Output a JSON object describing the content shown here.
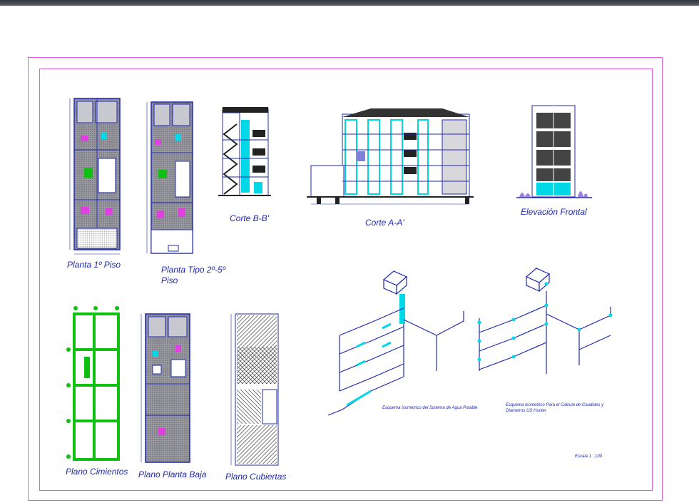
{
  "labels": {
    "planta_1": "Planta 1º Piso",
    "planta_tipo_1": "Planta Tipo   2º-5º",
    "planta_tipo_2": "Piso",
    "corte_bb": "Corte B-B'",
    "corte_aa": "Corte A-A'",
    "elevacion": "Elevación  Frontal",
    "plano_cimientos": "Plano Cimientos",
    "plano_planta_baja": "Plano Planta Baja",
    "plano_cubiertas": "Plano  Cubiertas",
    "esquema_agua": "Esquema Isometrico del Sistema de Agua Potable",
    "esquema_caudales_1": "Esquema Isometrico Para el Calculo de Caudales y",
    "esquema_caudales_2": "Diametros US Hunter",
    "escala": "Escala    1 : 100"
  },
  "colors": {
    "frame": "#e05ce0",
    "linework": "#1e28b4",
    "cyan": "#00d8e8",
    "magenta": "#e040e0",
    "green": "#10c010",
    "dark": "#222222"
  }
}
